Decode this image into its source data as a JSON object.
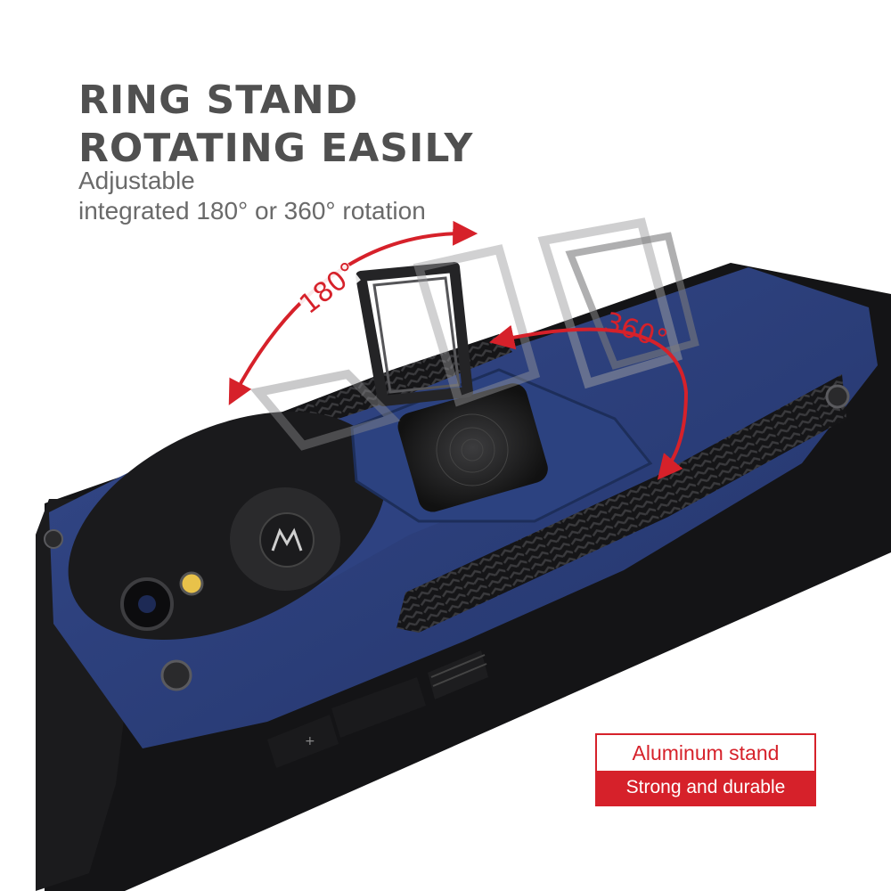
{
  "headline": {
    "line1": "RING STAND",
    "line2": "ROTATING EASILY"
  },
  "subtitle": {
    "line1": "Adjustable",
    "line2": "integrated 180° or 360° rotation"
  },
  "rotation_labels": {
    "left": "180°",
    "right": "360°"
  },
  "badge": {
    "top": "Aluminum stand",
    "bottom": "Strong and durable"
  },
  "colors": {
    "case_blue": "#2b3f7a",
    "case_black": "#1d1d1f",
    "accent_red": "#d6212a",
    "ring_metal": "#3a3a3c",
    "text_gray": "#505050"
  },
  "icons": [
    "motorola-logo-icon",
    "camera-lens-icon",
    "flash-icon",
    "ring-stand-icon",
    "rotation-arrow-icon"
  ]
}
